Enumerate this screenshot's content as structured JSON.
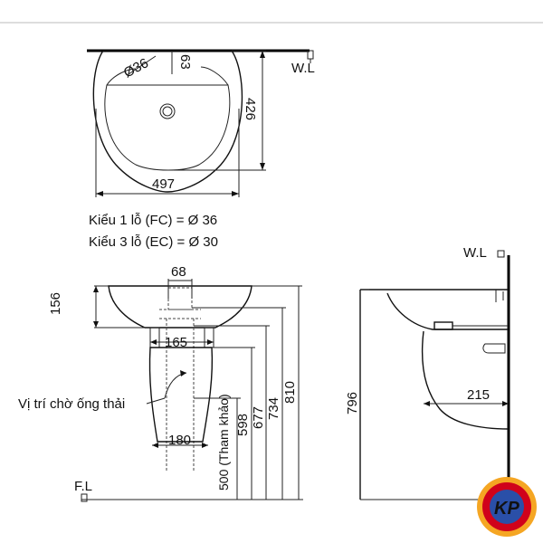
{
  "labels": {
    "water_line_top": "W.L",
    "water_line_side": "W.L",
    "floor_line": "F.L",
    "model_1_hole": "Kiểu 1 lỗ (FC) = Ø 36",
    "model_3_hole": "Kiểu 3 lỗ (EC) = Ø 30",
    "drain_position": "Vị trí chờ ống thải",
    "logo_text": "KP"
  },
  "dimensions": {
    "hole_diameter": "Ø36",
    "hole_offset": "63",
    "basin_depth": "426",
    "basin_width": "497",
    "drain_width": "68",
    "basin_height": "156",
    "pedestal_bracket_width": "165",
    "pedestal_base_width": "180",
    "wall_gap": "215",
    "dim_500": "500 (Tham khảo)",
    "dim_598": "598",
    "dim_677": "677",
    "dim_734": "734",
    "dim_810": "810",
    "dim_796": "796"
  },
  "colors": {
    "line": "#111111",
    "background": "#ffffff",
    "logo_ring": "#f5a623",
    "logo_fill": "#d0021b",
    "logo_inner": "#2a4fa8"
  }
}
